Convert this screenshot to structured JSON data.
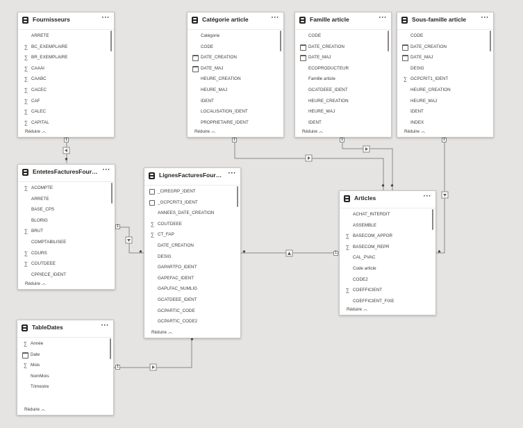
{
  "tables": [
    {
      "id": "fournisseurs",
      "title": "Fournisseurs",
      "fields": [
        {
          "icon": "none",
          "name": "ARRETE"
        },
        {
          "icon": "sigma",
          "name": "BC_EXEMPLAIRE"
        },
        {
          "icon": "sigma",
          "name": "BR_EXEMPLAIRE"
        },
        {
          "icon": "sigma",
          "name": "CAAAI"
        },
        {
          "icon": "sigma",
          "name": "CAABC"
        },
        {
          "icon": "sigma",
          "name": "CACEC"
        },
        {
          "icon": "sigma",
          "name": "CAF"
        },
        {
          "icon": "sigma",
          "name": "CALEC"
        },
        {
          "icon": "sigma",
          "name": "CAPITAL"
        }
      ]
    },
    {
      "id": "categorie",
      "title": "Catégorie article",
      "fields": [
        {
          "icon": "none",
          "name": "Catégorie"
        },
        {
          "icon": "none",
          "name": "CODE"
        },
        {
          "icon": "calendar",
          "name": "DATE_CREATION"
        },
        {
          "icon": "calendar",
          "name": "DATE_MAJ"
        },
        {
          "icon": "none",
          "name": "HEURE_CREATION"
        },
        {
          "icon": "none",
          "name": "HEURE_MAJ"
        },
        {
          "icon": "none",
          "name": "IDENT"
        },
        {
          "icon": "none",
          "name": "LOCALISATION_IDENT"
        },
        {
          "icon": "none",
          "name": "PROPRIETAIRE_IDENT"
        }
      ]
    },
    {
      "id": "famille",
      "title": "Famille article",
      "fields": [
        {
          "icon": "none",
          "name": "CODE"
        },
        {
          "icon": "calendar",
          "name": "DATE_CREATION"
        },
        {
          "icon": "calendar",
          "name": "DATE_MAJ"
        },
        {
          "icon": "none",
          "name": "ECOPRODUCTEUR"
        },
        {
          "icon": "none",
          "name": "Famille article"
        },
        {
          "icon": "none",
          "name": "GCATDEEE_IDENT"
        },
        {
          "icon": "none",
          "name": "HEURE_CREATION"
        },
        {
          "icon": "none",
          "name": "HEURE_MAJ"
        },
        {
          "icon": "none",
          "name": "IDENT"
        }
      ]
    },
    {
      "id": "sousfamille",
      "title": "Sous-famille article",
      "fields": [
        {
          "icon": "none",
          "name": "CODE"
        },
        {
          "icon": "calendar",
          "name": "DATE_CREATION"
        },
        {
          "icon": "calendar",
          "name": "DATE_MAJ"
        },
        {
          "icon": "none",
          "name": "DESIG"
        },
        {
          "icon": "sigma",
          "name": "GCPCRIT1_IDENT"
        },
        {
          "icon": "none",
          "name": "HEURE_CREATION"
        },
        {
          "icon": "none",
          "name": "HEURE_MAJ"
        },
        {
          "icon": "none",
          "name": "IDENT"
        },
        {
          "icon": "none",
          "name": "INDEX"
        }
      ]
    },
    {
      "id": "entetes",
      "title": "EntetesFacturesFournisseurs",
      "fields": [
        {
          "icon": "sigma",
          "name": "ACOMPTE"
        },
        {
          "icon": "none",
          "name": "ARRETE"
        },
        {
          "icon": "none",
          "name": "BASE_CPS"
        },
        {
          "icon": "none",
          "name": "BLORIG"
        },
        {
          "icon": "sigma",
          "name": "BRUT"
        },
        {
          "icon": "none",
          "name": "COMPTABILISEE"
        },
        {
          "icon": "sigma",
          "name": "COURS"
        },
        {
          "icon": "sigma",
          "name": "COUTDEEE"
        },
        {
          "icon": "none",
          "name": "CPPIECE_IDENT"
        }
      ]
    },
    {
      "id": "lignes",
      "title": "LignesFacturesFournisseurs",
      "fields": [
        {
          "icon": "key",
          "name": "_CIREGRP_IDENT"
        },
        {
          "icon": "key",
          "name": "_GCPCRIT3_IDENT"
        },
        {
          "icon": "none",
          "name": "ANNEES_DATE_CREATION"
        },
        {
          "icon": "sigma",
          "name": "COUTDEEE"
        },
        {
          "icon": "sigma",
          "name": "CT_FAP"
        },
        {
          "icon": "none",
          "name": "DATE_CREATION"
        },
        {
          "icon": "none",
          "name": "DESIG"
        },
        {
          "icon": "none",
          "name": "GAPARTFO_IDENT"
        },
        {
          "icon": "none",
          "name": "GAPEFAC_IDENT"
        },
        {
          "icon": "none",
          "name": "GAPLFAC_NUMLIG"
        },
        {
          "icon": "none",
          "name": "GCATDEEE_IDENT"
        },
        {
          "icon": "none",
          "name": "GCPARTIC_CODE"
        },
        {
          "icon": "none",
          "name": "GCPARTIC_CODE2"
        }
      ]
    },
    {
      "id": "articles",
      "title": "Articles",
      "fields": [
        {
          "icon": "none",
          "name": "ACHAT_INTERDIT"
        },
        {
          "icon": "none",
          "name": "ASSEMBLE"
        },
        {
          "icon": "sigma",
          "name": "BASECOM_APPOR"
        },
        {
          "icon": "sigma",
          "name": "BASECOM_REPR"
        },
        {
          "icon": "none",
          "name": "CAL_PVAC"
        },
        {
          "icon": "none",
          "name": "Code article"
        },
        {
          "icon": "none",
          "name": "CODE2"
        },
        {
          "icon": "sigma",
          "name": "COEFFICIENT"
        },
        {
          "icon": "none",
          "name": "COEFFICIENT_FIXE"
        }
      ]
    },
    {
      "id": "tabledates",
      "title": "TableDates",
      "fields": [
        {
          "icon": "sigma",
          "name": "Année"
        },
        {
          "icon": "calendar",
          "name": "Date"
        },
        {
          "icon": "sigma",
          "name": "Mois"
        },
        {
          "icon": "none",
          "name": "NomMois"
        },
        {
          "icon": "none",
          "name": "Trimestre"
        }
      ]
    }
  ],
  "ui": {
    "more_label": "···",
    "reduce_label": "Réduire",
    "one_label": "1",
    "many_label": "*"
  }
}
